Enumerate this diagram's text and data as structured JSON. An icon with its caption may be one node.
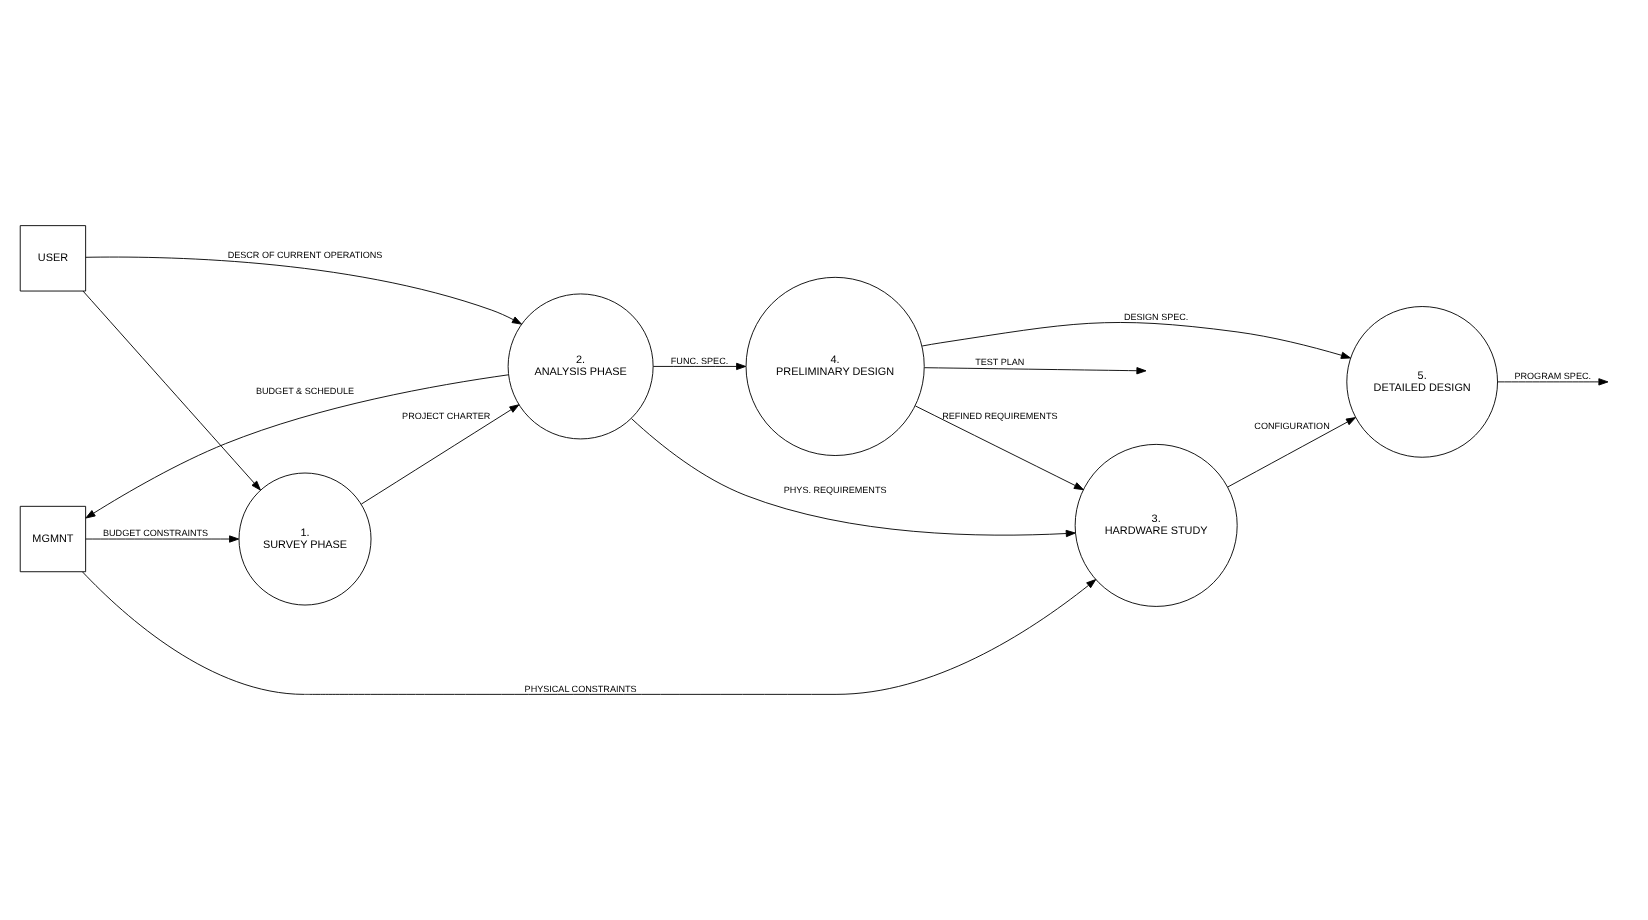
{
  "diagram": {
    "nodes": [
      {
        "text": [
          "MGMNT"
        ]
      },
      {
        "text": [
          "3.",
          "HARDWARE STUDY"
        ]
      },
      {
        "text": [
          "5.",
          "DETAILED DESIGN"
        ]
      },
      {
        "text": [
          "1.",
          "SURVEY PHASE"
        ]
      },
      {
        "text": [
          "2.",
          "ANALYSIS PHASE"
        ]
      },
      {
        "text": [
          "4.",
          "PRELIMINARY DESIGN"
        ]
      },
      {
        "text": [
          "USER"
        ]
      }
    ],
    "edges": [
      {
        "from": 0,
        "to": 1,
        "arrow": "to",
        "label": "PHYSICAL CONSTRAINTS"
      },
      {
        "from": 4,
        "to": 0,
        "arrow": "to",
        "label": "BUDGET & SCHEDULE"
      },
      {
        "from": 0,
        "to": 3,
        "arrow": "to",
        "label": "BUDGET CONSTRAINTS"
      },
      {
        "from": 1,
        "to": 2,
        "arrow": "to",
        "label": "CONFIGURATION"
      },
      {
        "from": 4,
        "to": 1,
        "arrow": "to",
        "label": "PHYS. REQUIREMENTS"
      },
      {
        "from": 5,
        "to": 1,
        "arrow": "to",
        "label": "REFINED REQUIREMENTS"
      },
      {
        "from": 3,
        "to": 4,
        "arrow": "to",
        "label": "PROJECT CHARTER"
      },
      {
        "from": 6,
        "to": 3,
        "arrow": "to"
      },
      {
        "from": 6,
        "to": 4,
        "arrow": "to",
        "label": "DESCR OF CURRENT OPERATIONS"
      },
      {
        "from": 4,
        "to": 5,
        "arrow": "to",
        "label": "FUNC. SPEC."
      },
      {
        "from": 5,
        "to": 2,
        "arrow": "to",
        "label": "DESIGN SPEC."
      },
      {
        "from": 5,
        "to": null,
        "arrow": "to",
        "label": "TEST PLAN"
      },
      {
        "from": 2,
        "to": null,
        "arrow": "to",
        "label": "PROGRAM SPEC."
      }
    ]
  }
}
